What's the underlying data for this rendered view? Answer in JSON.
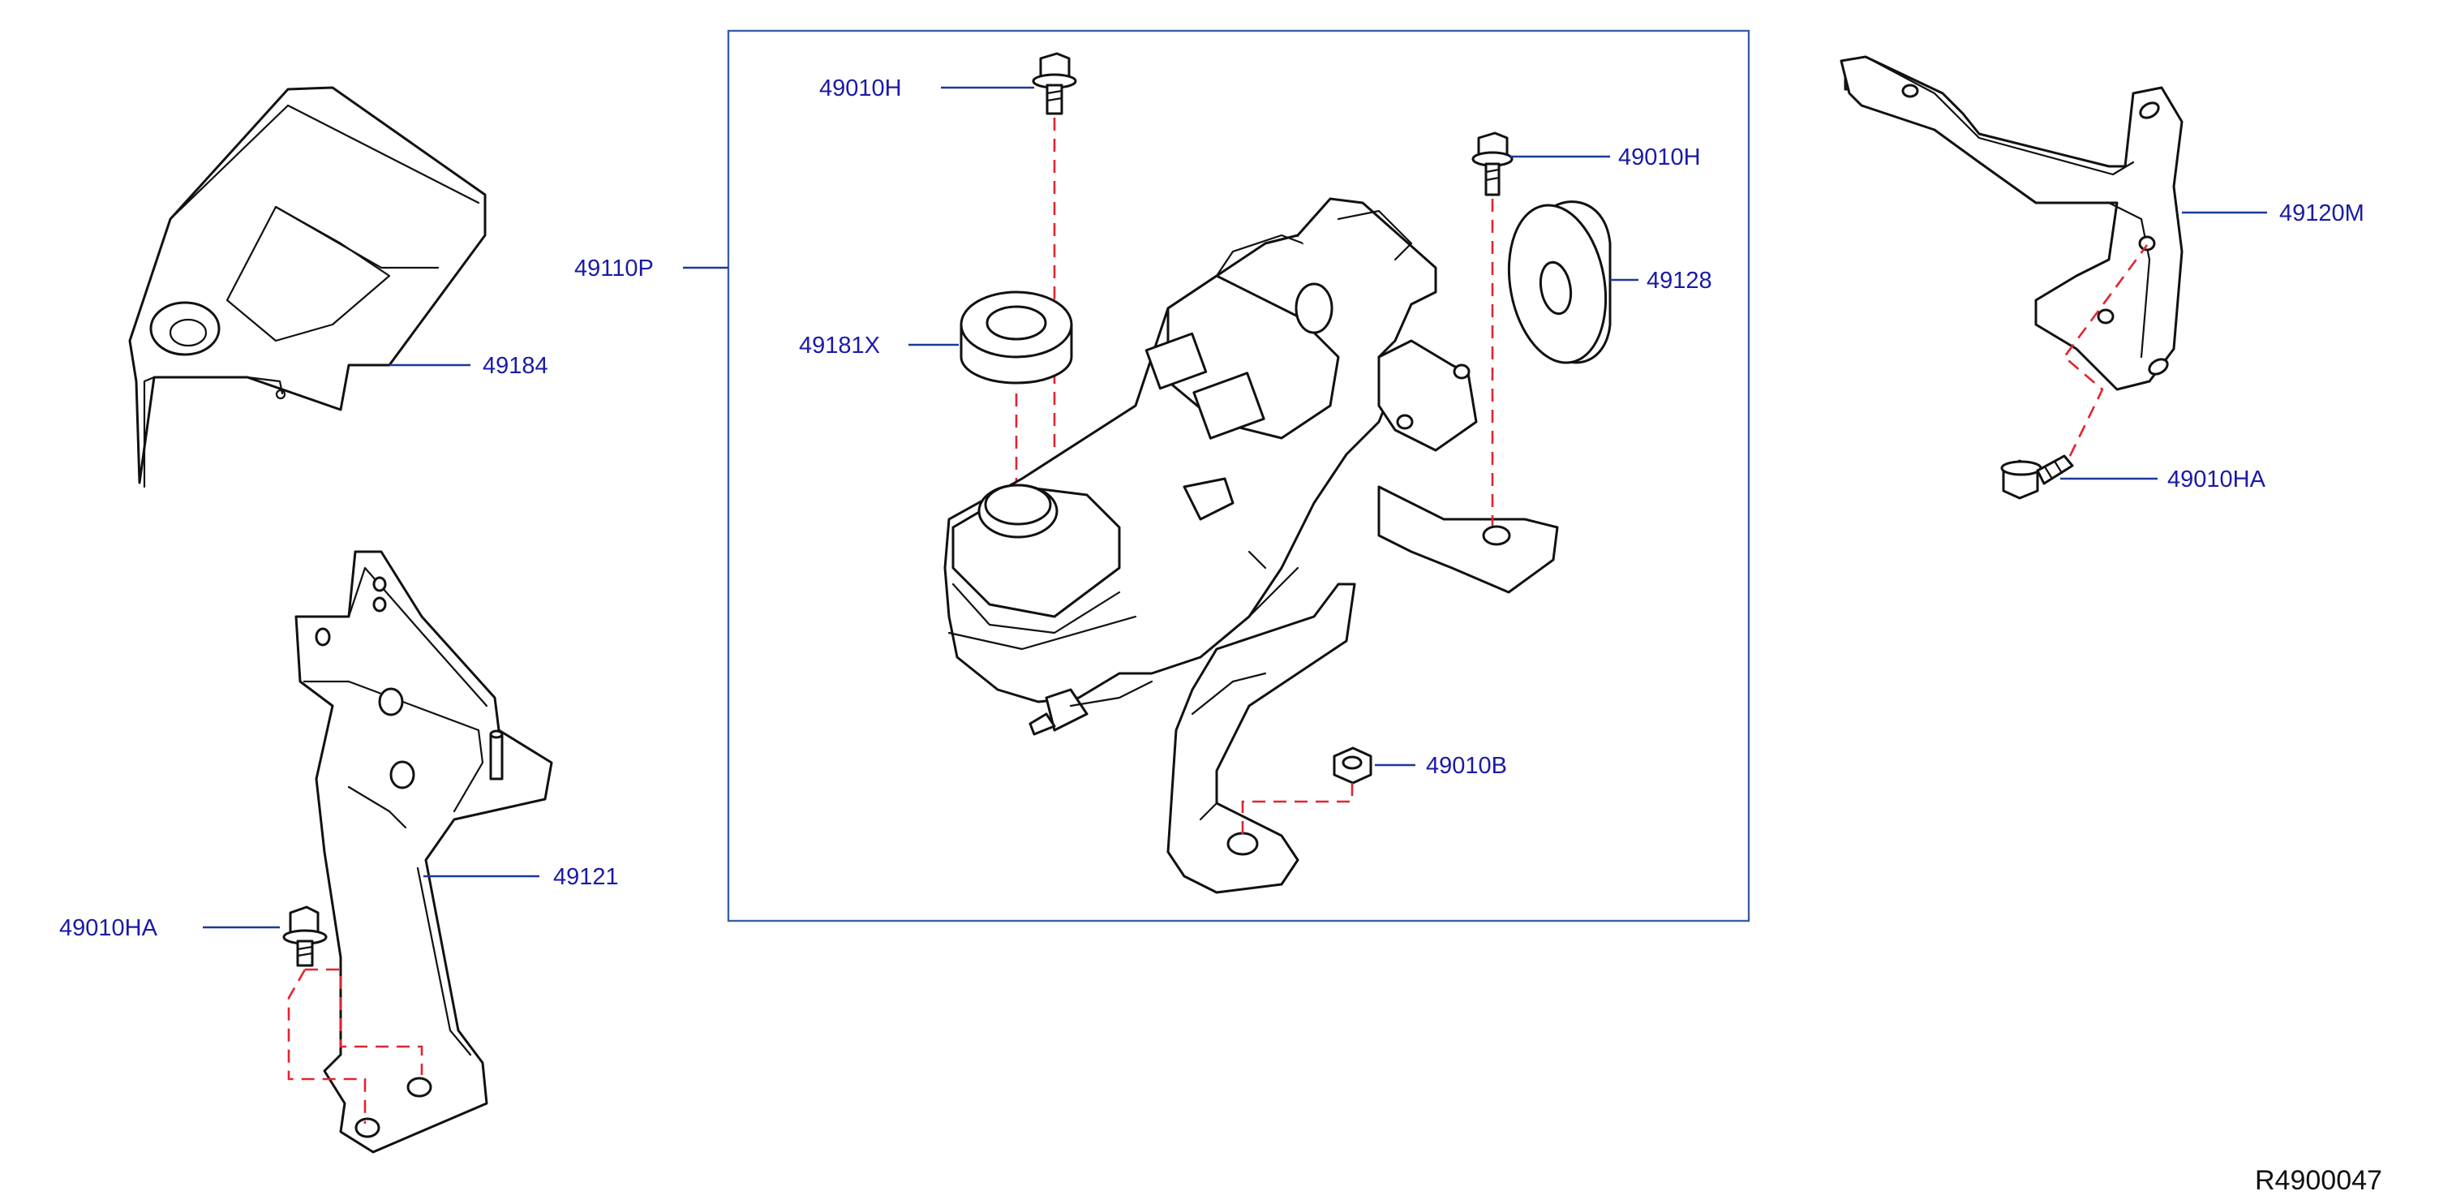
{
  "diagram_id": "R4900047",
  "part_labels": {
    "p49184": "49184",
    "p49121": "49121",
    "p49010HA_left": "49010HA",
    "p49110P": "49110P",
    "p49010H_top": "49010H",
    "p49010H_right": "49010H",
    "p49181X": "49181X",
    "p49128": "49128",
    "p49010B": "49010B",
    "p49120M": "49120M",
    "p49010HA_right": "49010HA"
  },
  "colors": {
    "label_text": "#1a1aa8",
    "leader_line": "#1a3a9c",
    "assembly_frame": "#3a5fa8",
    "dashed_guide": "#e0252f",
    "linework": "#111111"
  }
}
